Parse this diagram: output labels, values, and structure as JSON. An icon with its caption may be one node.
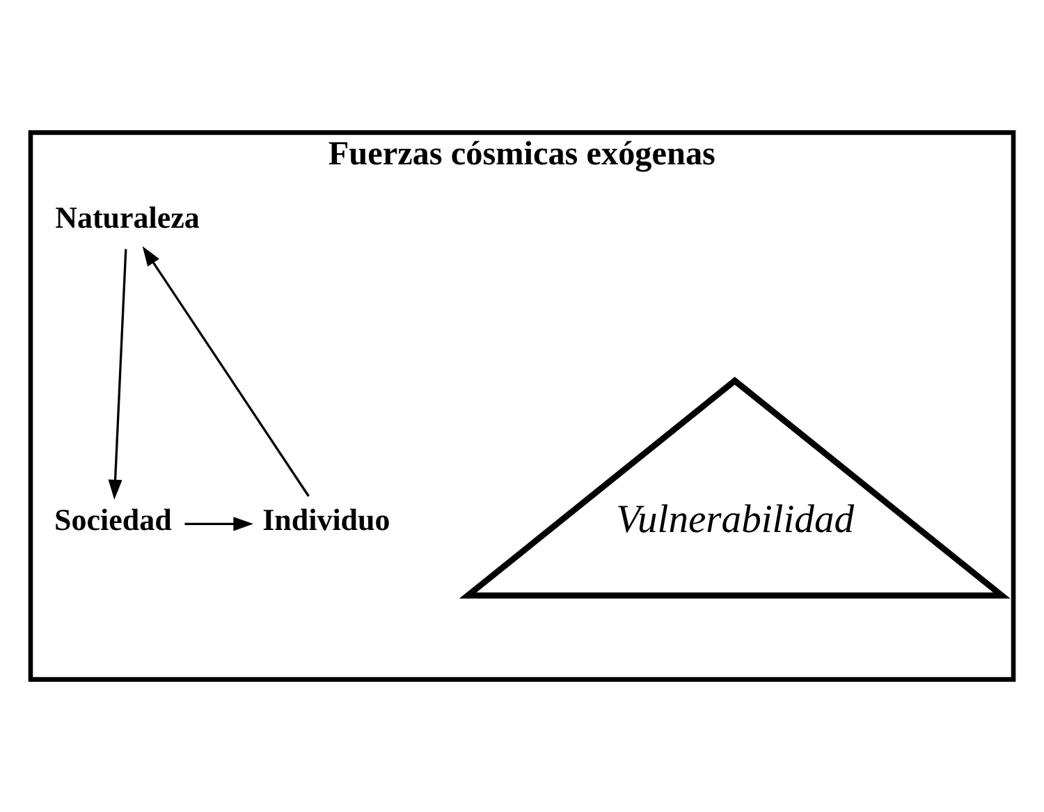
{
  "diagram": {
    "nodes": [
      {
        "text": [
          "Fuerzas cósmicas exógenas"
        ]
      },
      {
        "text": [
          "Vulnerabilidad"
        ],
        "in": 0
      },
      {
        "text": [
          "Naturaleza"
        ],
        "in": 0
      },
      {
        "text": [
          "Sociedad"
        ],
        "in": 0
      },
      {
        "text": [
          "Individuo"
        ],
        "in": 0
      }
    ],
    "edges": [
      {
        "from": 2,
        "to": 3,
        "arrow": "to"
      },
      {
        "from": 3,
        "to": 4,
        "arrow": "to"
      },
      {
        "from": 4,
        "to": 2,
        "arrow": "to"
      }
    ]
  }
}
